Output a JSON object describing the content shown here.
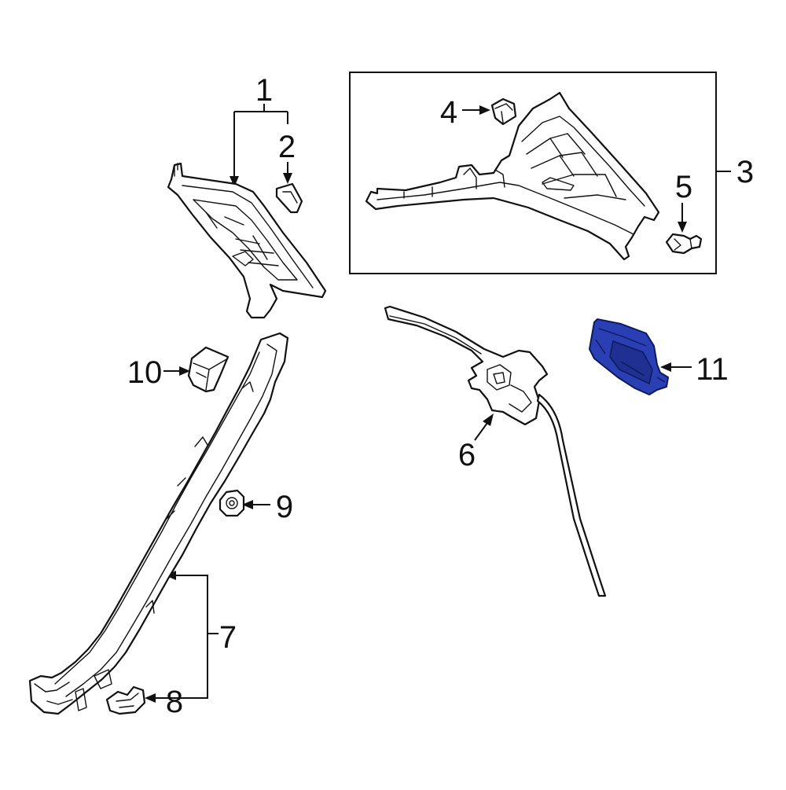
{
  "diagram": {
    "callouts": [
      {
        "id": "1",
        "label": "1"
      },
      {
        "id": "2",
        "label": "2"
      },
      {
        "id": "3",
        "label": "3"
      },
      {
        "id": "4",
        "label": "4"
      },
      {
        "id": "5",
        "label": "5"
      },
      {
        "id": "6",
        "label": "6"
      },
      {
        "id": "7",
        "label": "7"
      },
      {
        "id": "8",
        "label": "8"
      },
      {
        "id": "9",
        "label": "9"
      },
      {
        "id": "10",
        "label": "10"
      },
      {
        "id": "11",
        "label": "11"
      }
    ],
    "highlighted_part": "11",
    "colors": {
      "line": "#111111",
      "background": "#ffffff",
      "highlight_fill": "#2b3fb5",
      "highlight_stroke": "#0d1a5c"
    }
  }
}
